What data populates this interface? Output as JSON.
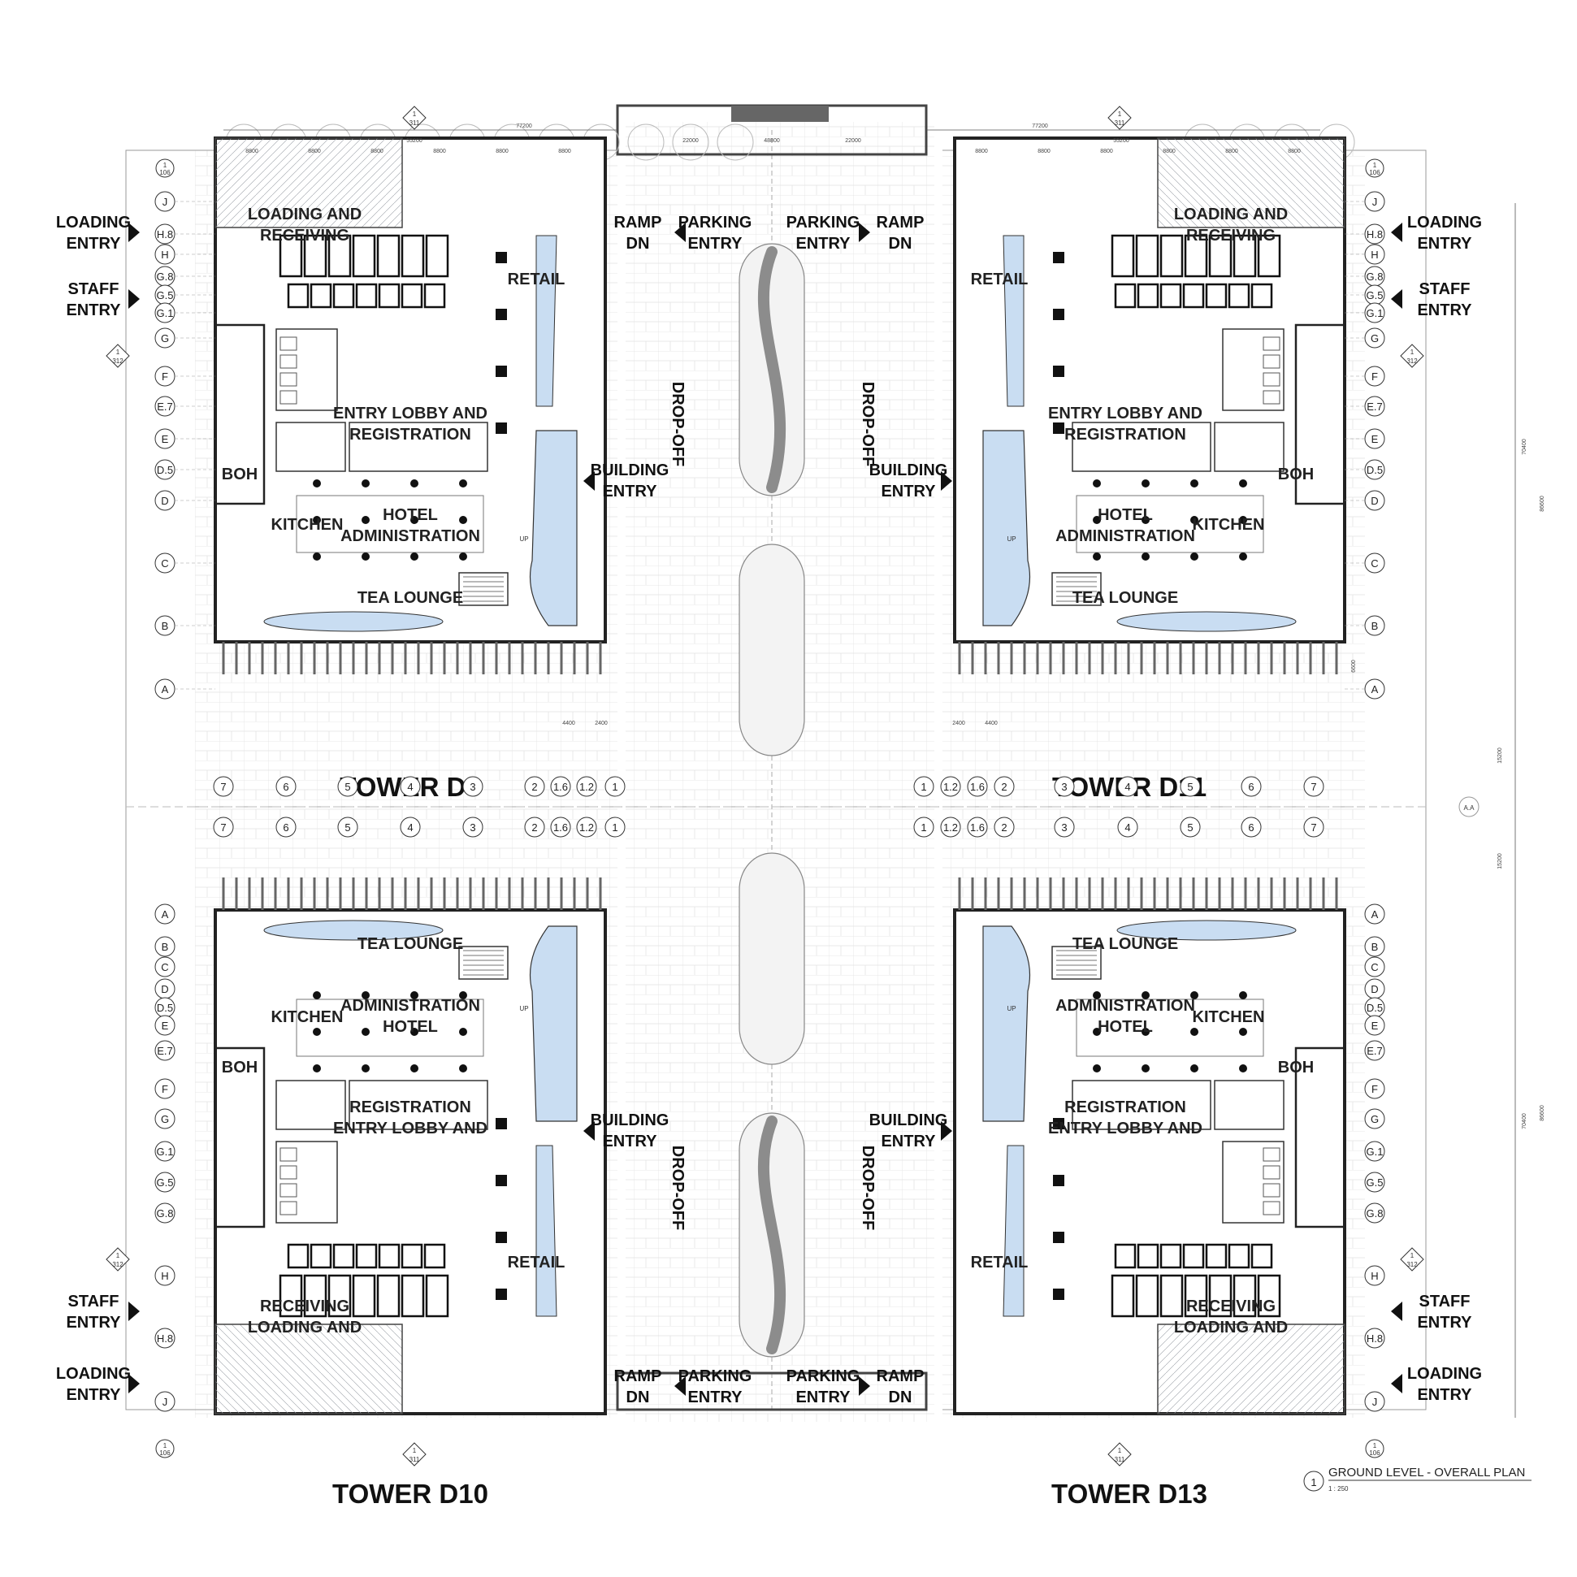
{
  "labels": {
    "loading_and": "LOADING AND",
    "receiving": "RECEIVING",
    "retail": "RETAIL",
    "entry_lobby_and": "ENTRY LOBBY AND",
    "registration": "REGISTRATION",
    "boh": "BOH",
    "kitchen": "KITCHEN",
    "hotel": "HOTEL",
    "administration": "ADMINISTRATION",
    "tea_lounge": "TEA LOUNGE",
    "loading": "LOADING",
    "entry": "ENTRY",
    "staff": "STAFF",
    "ramp": "RAMP",
    "dn": "DN",
    "parking": "PARKING",
    "building": "BUILDING",
    "drop_off": "DROP-OFF",
    "up": "UP"
  },
  "towers": {
    "d8": "TOWER D8",
    "d11": "TOWER D11",
    "d10": "TOWER D10",
    "d13": "TOWER D13"
  },
  "column_grids": {
    "left": [
      "7",
      "6",
      "5",
      "4",
      "3",
      "2",
      "1.6",
      "1.2",
      "1"
    ],
    "right": [
      "1",
      "1.2",
      "1.6",
      "2",
      "3",
      "4",
      "5",
      "6",
      "7"
    ]
  },
  "row_grids": {
    "top": [
      "J",
      "H.8",
      "H",
      "G.8",
      "G.5",
      "G.1",
      "G",
      "F",
      "E.7",
      "E",
      "D.5",
      "D",
      "C",
      "B",
      "A"
    ],
    "bottom": [
      "A",
      "B",
      "C",
      "D",
      "D.5",
      "E",
      "E.7",
      "F",
      "G",
      "G.1",
      "G.5",
      "G.8",
      "H",
      "H.8",
      "J"
    ]
  },
  "dimensions": {
    "overall": "77200",
    "inner": "55200",
    "road_side": "22000",
    "road_center": "48800",
    "bay": "8800",
    "narrow": "4400",
    "edge": "2400",
    "row_gap": "15200",
    "tower_height": "70400",
    "overall_height": "86600",
    "bay_height": "6600"
  },
  "markers": {
    "section_number": "1",
    "section_top": "311",
    "section_side": "312",
    "corner_sheet": "106",
    "section_cut": "A.A"
  },
  "title_block": {
    "number": "1",
    "title": "GROUND LEVEL - OVERALL PLAN",
    "scale": "1 : 250"
  }
}
